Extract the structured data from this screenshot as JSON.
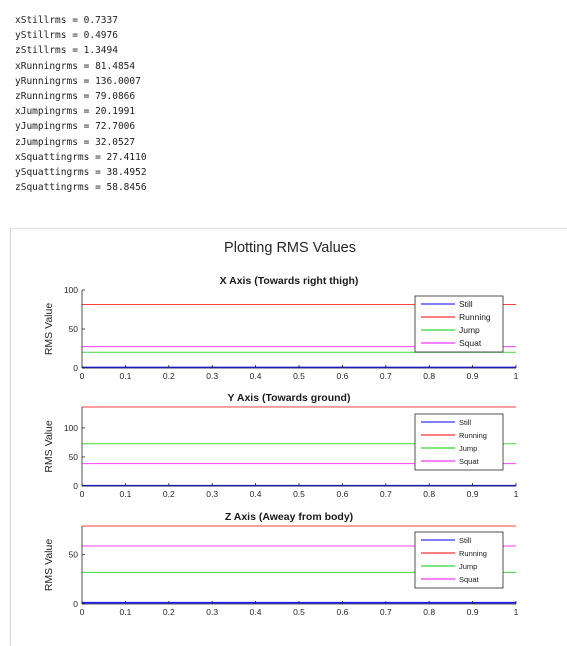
{
  "console": {
    "lines": [
      "xStillrms = 0.7337",
      "yStillrms = 0.4976",
      "zStillrms = 1.3494",
      "xRunningrms = 81.4854",
      "yRunningrms = 136.0007",
      "zRunningrms = 79.0866",
      "xJumpingrms = 20.1991",
      "yJumpingrms = 72.7006",
      "zJumpingrms = 32.0527",
      "xSquattingrms = 27.4110",
      "ySquattingrms = 38.4952",
      "zSquattingrms = 58.8456"
    ]
  },
  "figure": {
    "title": "Plotting RMS Values"
  },
  "chart_data": [
    {
      "type": "line",
      "title": "X Axis (Towards right thigh)",
      "xlabel": "",
      "ylabel": "RMS Value",
      "xlim": [
        0,
        1
      ],
      "ylim": [
        0,
        100
      ],
      "xticks": [
        "0",
        "0.1",
        "0.2",
        "0.3",
        "0.4",
        "0.5",
        "0.6",
        "0.7",
        "0.8",
        "0.9",
        "1"
      ],
      "yticks": [
        0,
        50,
        100
      ],
      "legend_position": "right",
      "series": [
        {
          "name": "Still",
          "color": "#0000ff",
          "values": [
            0.7337,
            0.7337
          ]
        },
        {
          "name": "Running",
          "color": "#ff0000",
          "values": [
            81.4854,
            81.4854
          ]
        },
        {
          "name": "Jump",
          "color": "#00cc00",
          "values": [
            20.1991,
            20.1991
          ]
        },
        {
          "name": "Squat",
          "color": "#ff00ff",
          "values": [
            27.411,
            27.411
          ]
        }
      ],
      "x": [
        0,
        1
      ]
    },
    {
      "type": "line",
      "title": "Y Axis (Towards ground)",
      "xlabel": "",
      "ylabel": "RMS Value",
      "xlim": [
        0,
        1
      ],
      "ylim": [
        0,
        136.0007
      ],
      "xticks": [
        "0",
        "0.1",
        "0.2",
        "0.3",
        "0.4",
        "0.5",
        "0.6",
        "0.7",
        "0.8",
        "0.9",
        "1"
      ],
      "yticks": [
        0,
        50,
        100
      ],
      "legend_position": "right",
      "series": [
        {
          "name": "Still",
          "color": "#0000ff",
          "values": [
            0.4976,
            0.4976
          ]
        },
        {
          "name": "Running",
          "color": "#ff0000",
          "values": [
            136.0007,
            136.0007
          ]
        },
        {
          "name": "Jump",
          "color": "#00cc00",
          "values": [
            72.7006,
            72.7006
          ]
        },
        {
          "name": "Squat",
          "color": "#ff00ff",
          "values": [
            38.4952,
            38.4952
          ]
        }
      ],
      "x": [
        0,
        1
      ]
    },
    {
      "type": "line",
      "title": "Z Axis (Aweay from body)",
      "xlabel": "",
      "ylabel": "RMS Value",
      "xlim": [
        0,
        1
      ],
      "ylim": [
        0,
        79.0866
      ],
      "xticks": [
        "0",
        "0.1",
        "0.2",
        "0.3",
        "0.4",
        "0.5",
        "0.6",
        "0.7",
        "0.8",
        "0.9",
        "1"
      ],
      "yticks": [
        0,
        50
      ],
      "legend_position": "right",
      "series": [
        {
          "name": "Still",
          "color": "#0000ff",
          "values": [
            1.3494,
            1.3494
          ]
        },
        {
          "name": "Running",
          "color": "#ff0000",
          "values": [
            79.0866,
            79.0866
          ]
        },
        {
          "name": "Jump",
          "color": "#00cc00",
          "values": [
            32.0527,
            32.0527
          ]
        },
        {
          "name": "Squat",
          "color": "#ff00ff",
          "values": [
            58.8456,
            58.8456
          ]
        }
      ],
      "x": [
        0,
        1
      ]
    }
  ]
}
